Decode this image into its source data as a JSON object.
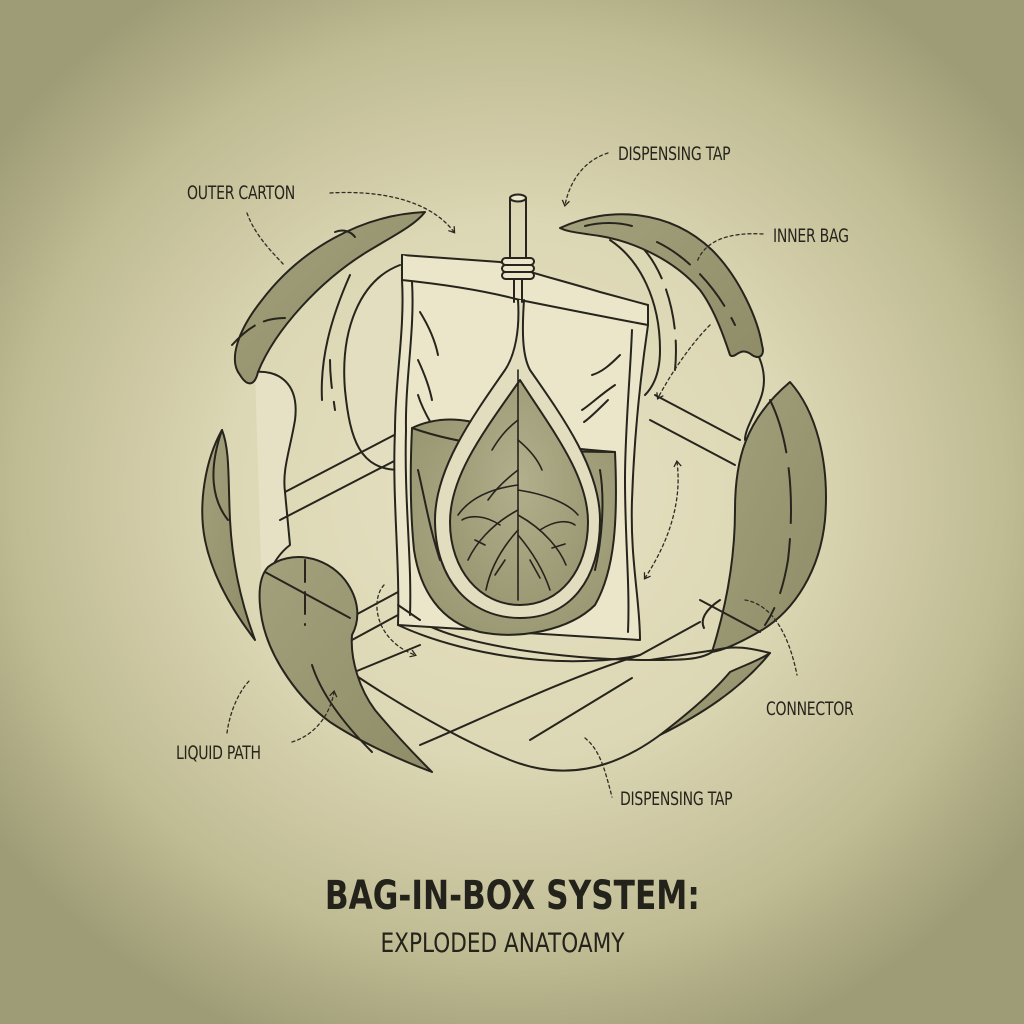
{
  "diagram": {
    "title": "BAG-IN-BOX SYSTEM:",
    "subtitle": "EXPLODED ANATOAMY",
    "labels": {
      "outer_carton": "OUTER CARTON",
      "dispensing_tap_top": "DISPENSING TAP",
      "inner_bag": "INNER BAG",
      "liquid_path": "LIQUID PATH",
      "connector": "CONNECTOR",
      "dispensing_tap_bottom": "DISPENSING TAP"
    },
    "colors": {
      "background_center": "#e6e1c2",
      "background_edge": "#9e9c76",
      "line": "#26241d",
      "panel_fill": "#9c9a74",
      "liquid_fill": "#a9a782",
      "paper_fill": "#e8e3c6"
    }
  }
}
